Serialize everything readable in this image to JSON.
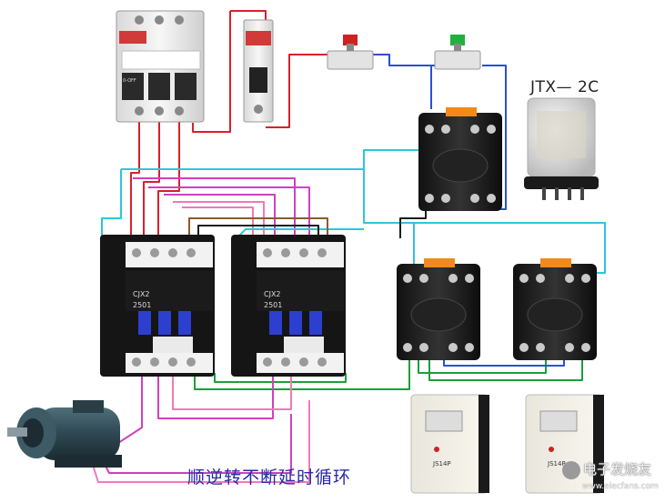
{
  "diagram": {
    "relay_label": "JTX— 2C",
    "caption": "顺逆转不断延时循环",
    "watermark": "电子发烧友",
    "watermark_sub": "www.elecfans.com",
    "device_text": {
      "contactor_model": "CJX2",
      "contactor_number": "2501",
      "timer_model": "JS14P",
      "breaker_pos_off": "0-OFF"
    },
    "components": [
      "3-pole circuit breaker",
      "1-pole circuit breaker",
      "red stop pushbutton",
      "green start pushbutton",
      "JTX-2C relay",
      "relay socket A",
      "relay socket B",
      "relay socket C",
      "contactor KM1",
      "contactor KM2",
      "time relay T1",
      "time relay T2",
      "three-phase motor"
    ],
    "wire_colors": {
      "red": "#d8202a",
      "magenta": "#d040c0",
      "pink": "#f07ab8",
      "cyan": "#2fc6d9",
      "blue": "#2a4fd6",
      "green": "#1aa03a",
      "brown": "#8b5a2b",
      "black": "#1a1a1a"
    }
  }
}
